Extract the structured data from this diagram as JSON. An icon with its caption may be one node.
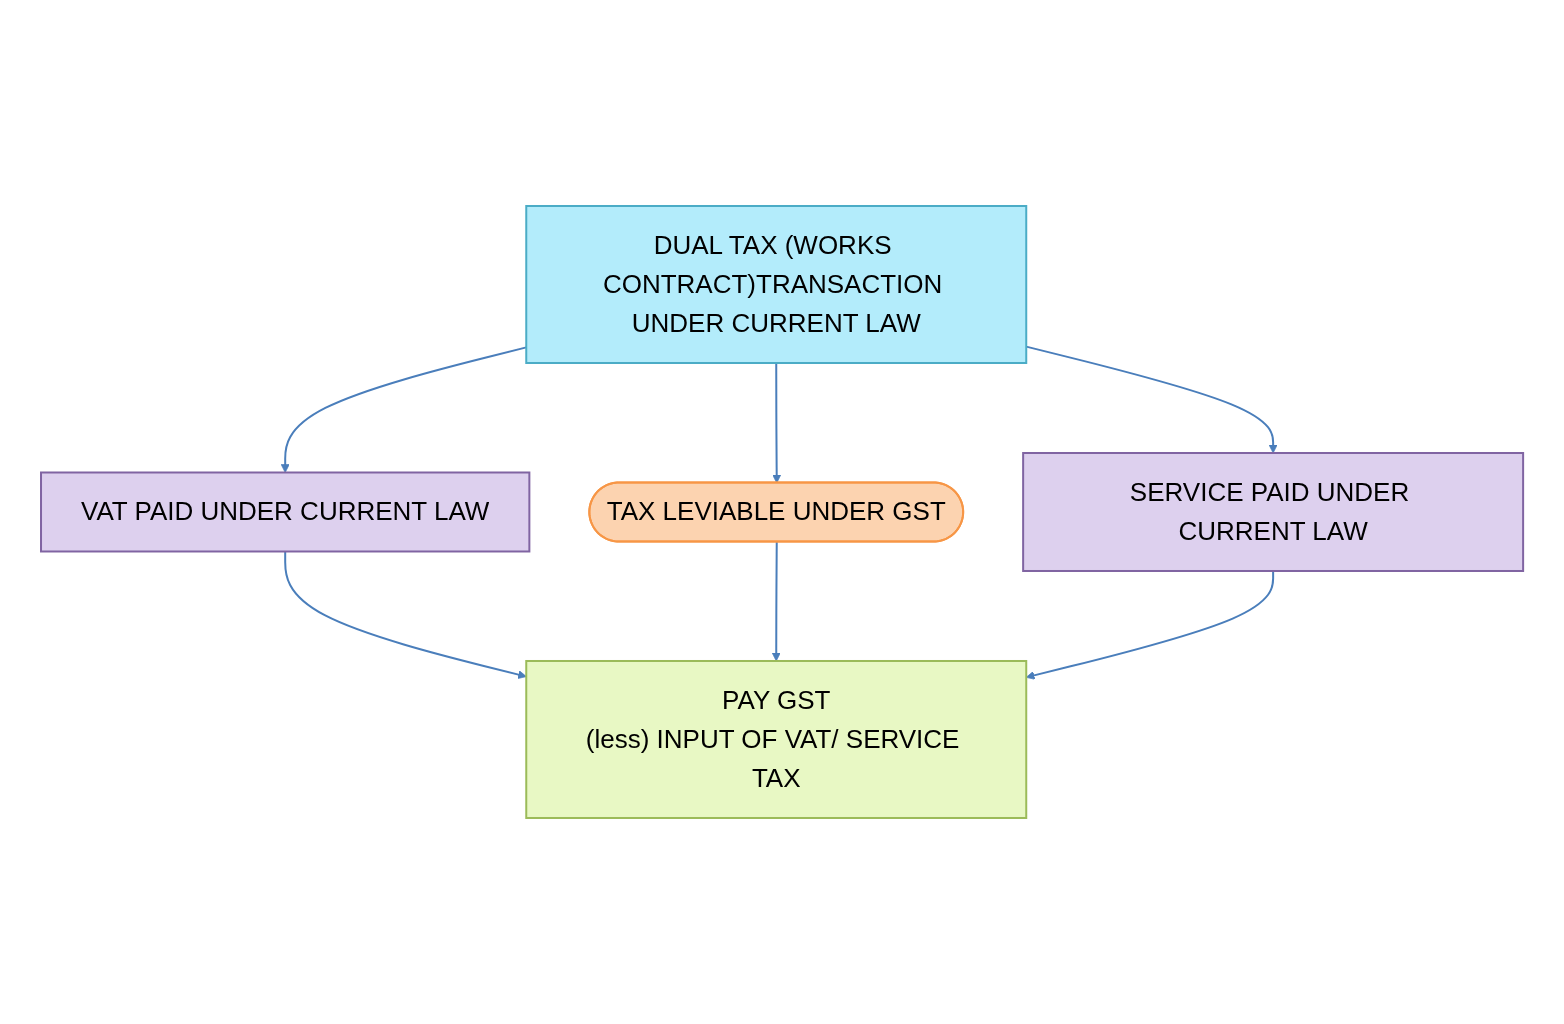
{
  "diagram": {
    "nodes": [
      {
        "text": [
          "DUAL TAX (WORKS CONTRACT)TRANSACTION UNDER CURRENT LAW"
        ]
      },
      {
        "text": [
          "VAT PAID UNDER CURRENT LAW"
        ]
      },
      {
        "text": [
          "TAX LEVIABLE UNDER GST"
        ]
      },
      {
        "text": [
          "SERVICE PAID UNDER CURRENT LAW"
        ]
      },
      {
        "text": [
          "PAY GST",
          "(less) INPUT OF VAT/ SERVICE TAX"
        ]
      }
    ],
    "edges": [
      {
        "from": 0,
        "to": 1,
        "arrow": "to"
      },
      {
        "from": 0,
        "to": 2,
        "arrow": "to"
      },
      {
        "from": 0,
        "to": 3,
        "arrow": "to"
      },
      {
        "from": 1,
        "to": 4,
        "arrow": "to"
      },
      {
        "from": 2,
        "to": 4,
        "arrow": "to"
      },
      {
        "from": 3,
        "to": 4,
        "arrow": "to"
      }
    ]
  }
}
